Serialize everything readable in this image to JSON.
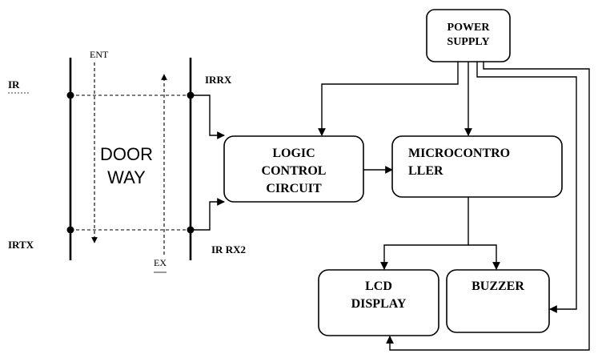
{
  "blocks": {
    "power_supply": [
      "POWER",
      "SUPPLY"
    ],
    "logic_control": [
      "LOGIC",
      "CONTROL",
      "CIRCUIT"
    ],
    "microcontroller": [
      "MICROCONTRO",
      "LLER"
    ],
    "lcd_display": [
      "LCD",
      "DISPLAY"
    ],
    "buzzer": [
      "BUZZER"
    ]
  },
  "doorway": [
    "DOOR",
    "WAY"
  ],
  "labels": {
    "ir": "IR",
    "irrx": "IRRX",
    "irtx": "IRTX",
    "ir_rx2": "IR RX2",
    "ent": "ENT",
    "ex": "EX"
  }
}
